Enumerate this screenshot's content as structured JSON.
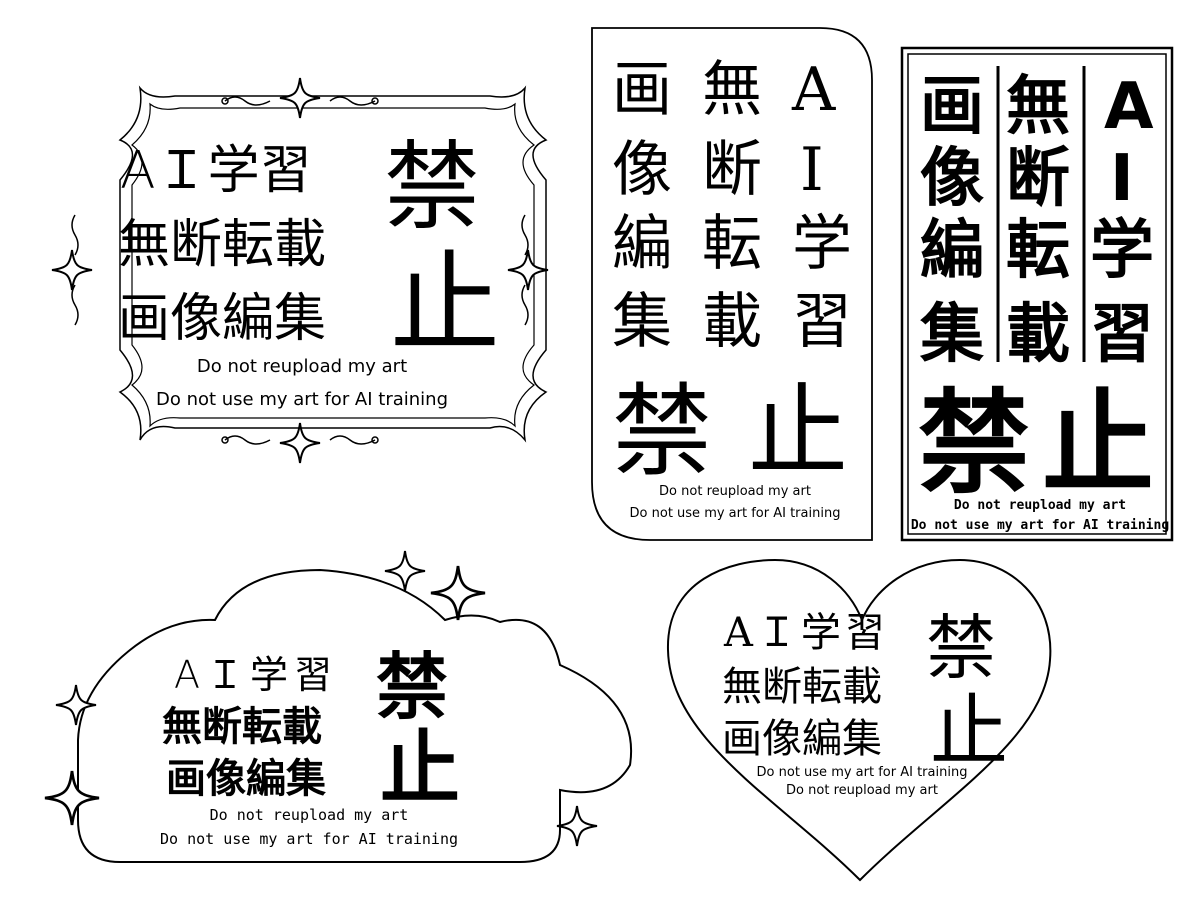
{
  "stickers": {
    "frame": {
      "row1": "AＩ学習",
      "row2": "無断転載",
      "row3": "画像編集",
      "big1": "禁",
      "big2": "止",
      "en1": "Do not reupload my art",
      "en2": "Do not use my art for AI training"
    },
    "tall": {
      "col1": [
        "画",
        "像",
        "編",
        "集"
      ],
      "col2": [
        "無",
        "断",
        "転",
        "載"
      ],
      "col3": [
        "A",
        "I",
        "学",
        "習"
      ],
      "big1": "禁",
      "big2": "止",
      "en1": "Do not reupload my art",
      "en2": "Do not use my art for AI training"
    },
    "pixel": {
      "col1": [
        "画",
        "像",
        "編",
        "集"
      ],
      "col2": [
        "無",
        "断",
        "転",
        "載"
      ],
      "col3": [
        "A",
        "I",
        "学",
        "習"
      ],
      "big1": "禁",
      "big2": "止",
      "en1": "Do not reupload my art",
      "en2": "Do not use my art for AI training"
    },
    "cloud": {
      "row1": "AＩ学習",
      "row2": "無断転載",
      "row3": "画像編集",
      "big1": "禁",
      "big2": "止",
      "en1": "Do not reupload my art",
      "en2": "Do not use my art for AI training"
    },
    "heart": {
      "row1": "AＩ学習",
      "row2": "無断転載",
      "row3": "画像編集",
      "big1": "禁",
      "big2": "止",
      "en1": "Do not use my art for AI training",
      "en2": "Do not reupload my art"
    }
  },
  "colors": {
    "ink": "#000000",
    "paper": "#ffffff"
  },
  "icons": [
    "sparkle-icon",
    "flourish-ornament"
  ]
}
